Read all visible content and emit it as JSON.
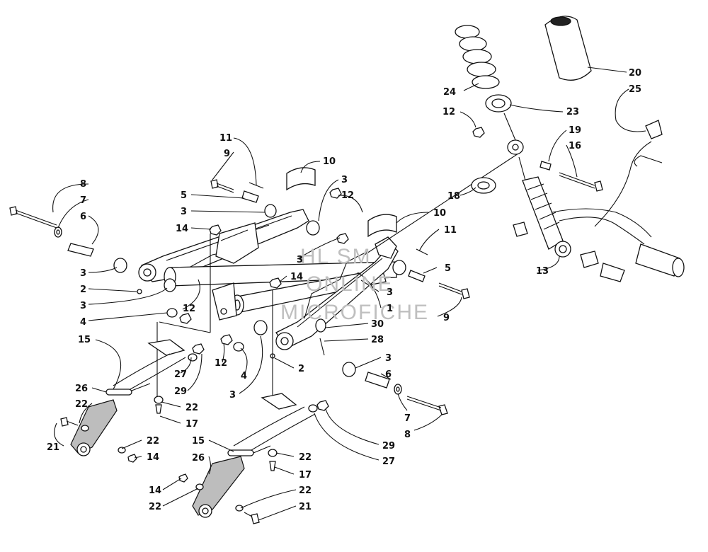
{
  "watermark": {
    "line1": "HL SM",
    "line2": "ONLINE",
    "line3": "MICROFICHE"
  },
  "callouts": [
    {
      "id": "c8a",
      "text": "8"
    },
    {
      "id": "c7a",
      "text": "7"
    },
    {
      "id": "c6a",
      "text": "6"
    },
    {
      "id": "c3a",
      "text": "3"
    },
    {
      "id": "c2a",
      "text": "2"
    },
    {
      "id": "c3b",
      "text": "3"
    },
    {
      "id": "c4a",
      "text": "4"
    },
    {
      "id": "c12a",
      "text": "12"
    },
    {
      "id": "c15a",
      "text": "15"
    },
    {
      "id": "c26a",
      "text": "26"
    },
    {
      "id": "c22a",
      "text": "22"
    },
    {
      "id": "c21a",
      "text": "21"
    },
    {
      "id": "c22b",
      "text": "22"
    },
    {
      "id": "c14a",
      "text": "14"
    },
    {
      "id": "c27a",
      "text": "27"
    },
    {
      "id": "c29a",
      "text": "29"
    },
    {
      "id": "c22c",
      "text": "22"
    },
    {
      "id": "c17a",
      "text": "17"
    },
    {
      "id": "c11a",
      "text": "11"
    },
    {
      "id": "c9a",
      "text": "9"
    },
    {
      "id": "c5a",
      "text": "5"
    },
    {
      "id": "c3c",
      "text": "3"
    },
    {
      "id": "c14b",
      "text": "14"
    },
    {
      "id": "c10a",
      "text": "10"
    },
    {
      "id": "c3d",
      "text": "3"
    },
    {
      "id": "c12b",
      "text": "12"
    },
    {
      "id": "c14c",
      "text": "14"
    },
    {
      "id": "c3e",
      "text": "3"
    },
    {
      "id": "c12c",
      "text": "12"
    },
    {
      "id": "c4b",
      "text": "4"
    },
    {
      "id": "c3f",
      "text": "3"
    },
    {
      "id": "c2b",
      "text": "2"
    },
    {
      "id": "c10b",
      "text": "10"
    },
    {
      "id": "c11b",
      "text": "11"
    },
    {
      "id": "c5b",
      "text": "5"
    },
    {
      "id": "c9b",
      "text": "9"
    },
    {
      "id": "c3g",
      "text": "3"
    },
    {
      "id": "c1a",
      "text": "1"
    },
    {
      "id": "c30a",
      "text": "30"
    },
    {
      "id": "c28a",
      "text": "28"
    },
    {
      "id": "c3h",
      "text": "3"
    },
    {
      "id": "c6b",
      "text": "6"
    },
    {
      "id": "c7b",
      "text": "7"
    },
    {
      "id": "c8b",
      "text": "8"
    },
    {
      "id": "c29b",
      "text": "29"
    },
    {
      "id": "c27b",
      "text": "27"
    },
    {
      "id": "c15b",
      "text": "15"
    },
    {
      "id": "c26b",
      "text": "26"
    },
    {
      "id": "c22d",
      "text": "22"
    },
    {
      "id": "c17b",
      "text": "17"
    },
    {
      "id": "c14d",
      "text": "14"
    },
    {
      "id": "c22e",
      "text": "22"
    },
    {
      "id": "c22f",
      "text": "22"
    },
    {
      "id": "c21b",
      "text": "21"
    },
    {
      "id": "c20a",
      "text": "20"
    },
    {
      "id": "c25a",
      "text": "25"
    },
    {
      "id": "c24a",
      "text": "24"
    },
    {
      "id": "c23a",
      "text": "23"
    },
    {
      "id": "c12d",
      "text": "12"
    },
    {
      "id": "c19a",
      "text": "19"
    },
    {
      "id": "c16a",
      "text": "16"
    },
    {
      "id": "c18a",
      "text": "18"
    },
    {
      "id": "c13a",
      "text": "13"
    }
  ]
}
